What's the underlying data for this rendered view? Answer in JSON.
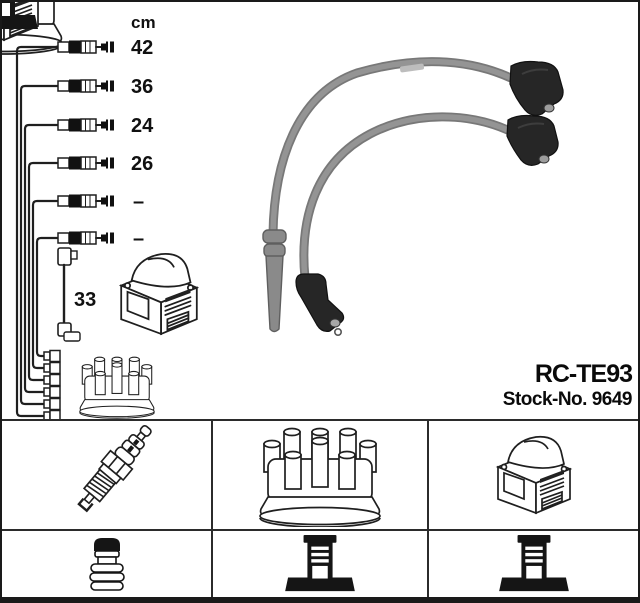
{
  "product": {
    "model": "RC-TE93",
    "stock_no": "Stock-No. 9649"
  },
  "schematic": {
    "unit_header": "cm",
    "rows": [
      {
        "label": "42",
        "cm": 42
      },
      {
        "label": "36",
        "cm": 36
      },
      {
        "label": "24",
        "cm": 24
      },
      {
        "label": "26",
        "cm": 26
      },
      {
        "label": "–",
        "cm": null
      },
      {
        "label": "–",
        "cm": null
      }
    ],
    "coil_wire": {
      "label": "33",
      "cm": 33
    }
  },
  "photo": {
    "subject": "two grey ignition leads with black angled boots",
    "cable_color": "#8a8a8a",
    "boot_color": "#262626"
  },
  "legend": {
    "components": [
      {
        "icon": "spark-plug-icon"
      },
      {
        "icon": "distributor-cap-icon"
      },
      {
        "icon": "ignition-coil-icon"
      }
    ],
    "terminals": [
      {
        "icon": "plug-terminal-connector-icon"
      },
      {
        "icon": "distributor-terminal-icon"
      },
      {
        "icon": "coil-terminal-icon"
      }
    ]
  },
  "colors": {
    "line": "#1f1f1f",
    "background": "#ffffff",
    "text": "#0a0a0a"
  }
}
